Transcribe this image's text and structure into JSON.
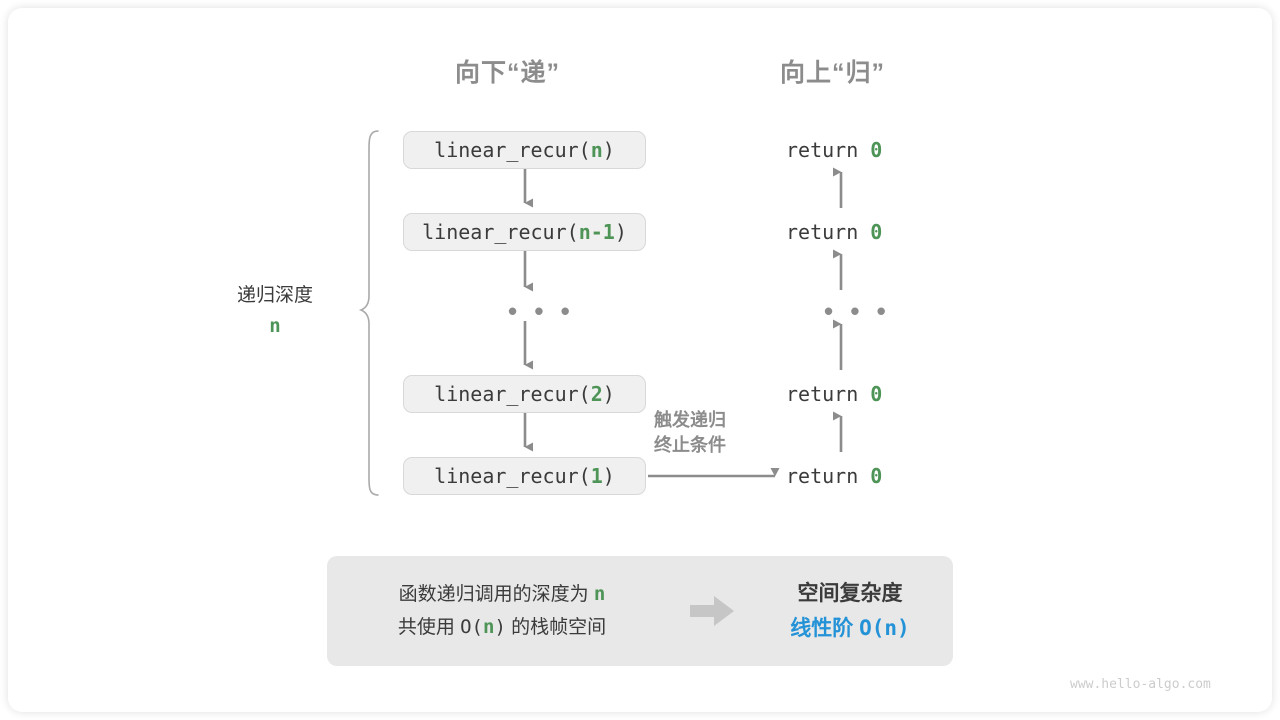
{
  "watermark": "www.hello-algo.com",
  "headers": {
    "down": "向下“递”",
    "up": "向上“归”"
  },
  "depth": {
    "label": "递归深度",
    "value": "n"
  },
  "trigger": {
    "line1": "触发递归",
    "line2": "终止条件"
  },
  "call_stack": [
    {
      "prefix": "linear_recur(",
      "arg": "n",
      "suffix": ")"
    },
    {
      "prefix": "linear_recur(",
      "arg": "n-1",
      "suffix": ")"
    },
    {
      "prefix": "linear_recur(",
      "arg": "2",
      "suffix": ")"
    },
    {
      "prefix": "linear_recur(",
      "arg": "1",
      "suffix": ")"
    }
  ],
  "returns": [
    {
      "keyword": "return ",
      "value": "0"
    },
    {
      "keyword": "return ",
      "value": "0"
    },
    {
      "keyword": "return ",
      "value": "0"
    },
    {
      "keyword": "return ",
      "value": "0"
    }
  ],
  "ellipsis": "• • •",
  "summary": {
    "left_line1_a": "函数递归调用的深度为 ",
    "left_line1_b": "n",
    "left_line2_a": "共使用 ",
    "left_line2_b": "O(",
    "left_line2_c": "n",
    "left_line2_d": ")",
    "left_line2_e": " 的栈帧空间",
    "arrow_icon": "right-block-arrow-icon",
    "title": "空间复杂度",
    "value_label": "线性阶 ",
    "value_notation": "O(n)"
  },
  "colors": {
    "accent_green": "#4d9456",
    "accent_blue": "#2492d6",
    "gray_text": "#8c8c8c",
    "dark_text": "#3b3b3b",
    "box_fill": "#f0f0f0",
    "panel_fill": "#e8e8e8",
    "line": "#8c8c8c"
  }
}
